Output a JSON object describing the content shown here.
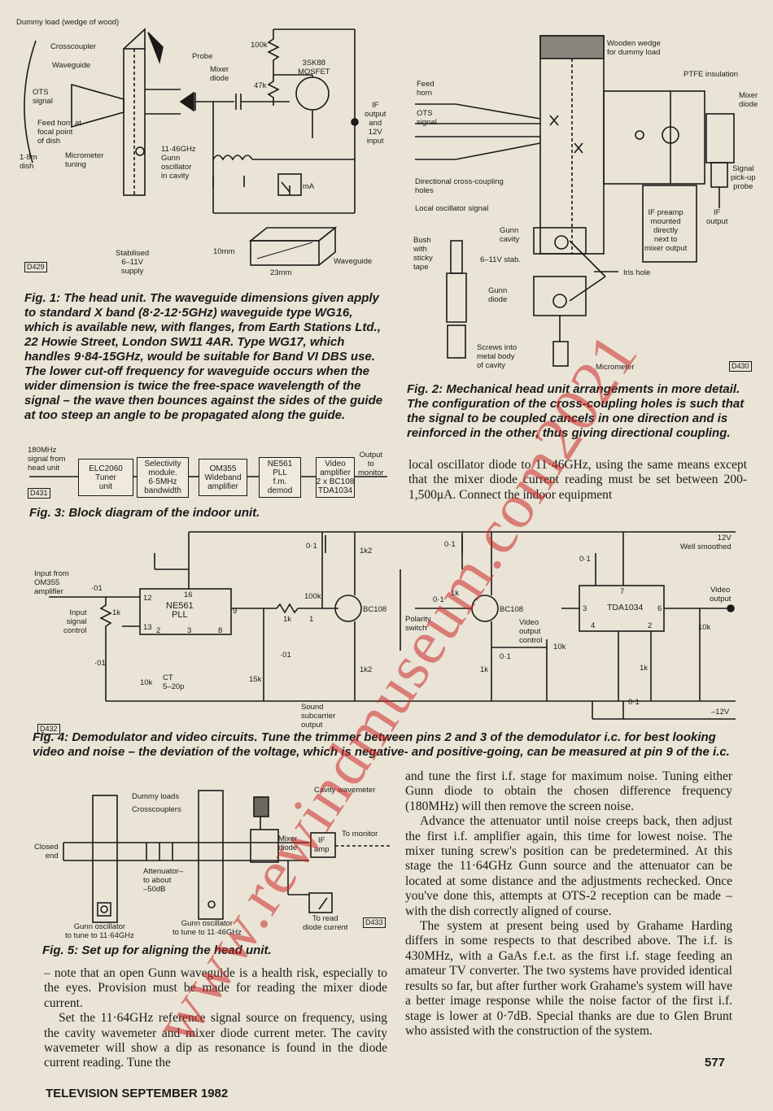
{
  "fig1": {
    "labels": {
      "dummy_load": "Dummy load (wedge of wood)",
      "crosscoupler": "Crosscoupler",
      "waveguide": "Waveguide",
      "ots_signal": "OTS\nsignal",
      "feed_horn": "Feed horn at\nfocal point\nof dish",
      "dish": "1·8m\ndish",
      "micrometer": "Micrometer\ntuning",
      "probe": "Probe",
      "mixer_diode": "Mixer\ndiode",
      "gunn": "11·46GHz\nGunn\noscillator\nin cavity",
      "r100k": "100k",
      "r47k": "47k",
      "mosfet": "3SK88\nMOSFET",
      "if_output": "IF\noutput\nand\n12V\ninput",
      "ma": "mA",
      "stabilised": "Stabilised\n6–11V\nsupply",
      "dim10": "10mm",
      "dim23": "23mm",
      "wg": "Waveguide",
      "code": "D429"
    },
    "caption": "Fig. 1: The head unit. The waveguide dimensions given apply to standard X band (8·2-12·5GHz) waveguide type WG16, which is available new, with flanges, from Earth Stations Ltd., 22 Howie Street, London SW11 4AR. Type WG17, which handles 9·84-15GHz, would be suitable for Band VI DBS use. The lower cut-off frequency for waveguide occurs when the wider dimension is twice the free-space wavelength of the signal – the wave then bounces against the sides of the guide at too steep an angle to be propagated along the guide."
  },
  "fig2": {
    "labels": {
      "wedge": "Wooden wedge\nfor dummy load",
      "ptfe": "PTFE insulation",
      "feed_horn": "Feed\nhorn",
      "ots": "OTS\nsignal",
      "mixer_diode": "Mixer\ndiode",
      "holes": "Directional cross-coupling\nholes",
      "local_osc": "Local oscillator signal",
      "signal_probe": "Signal\npick-up\nprobe",
      "if_output": "IF\noutput",
      "if_preamp": "IF preamp\nmounted\ndirectly\nnext to\nmixer output",
      "gunn_cavity": "Gunn\ncavity",
      "bush": "Bush\nwith\nsticky\ntape",
      "stab": "6–11V stab.",
      "iris": "Iris hole",
      "gunn_diode": "Gunn\ndiode",
      "screws": "Screws into\nmetal body\nof cavity",
      "micrometer": "Micrometer",
      "code": "D430"
    },
    "caption": "Fig. 2: Mechanical head unit arrangements in more detail. The configuration of the cross-coupling holes is such that the signal to be coupled cancels in one direction and is reinforced in the other, thus giving directional coupling."
  },
  "fig3": {
    "input": "180MHz\nsignal from\nhead unit",
    "blocks": [
      "ELC2060\nTuner\nunit",
      "Selectivity\nmodule.\n6·5MHz\nbandwidth",
      "OM355\nWideband\namplifier",
      "NE561\nPLL\nf.m.\ndemod",
      "Video\namplifier\n2 x BC108\nTDA1034"
    ],
    "output": "Output\nto\nmonitor",
    "code": "D431",
    "caption": "Fig. 3: Block diagram of the indoor unit."
  },
  "fig4": {
    "labels": {
      "input_from": "Input from\nOM355\namplifier",
      "c01a": "·01",
      "input_signal": "Input\nsignal\ncontrol",
      "r1k_a": "1k",
      "ne561": "NE561\nPLL",
      "p16": "16",
      "p12": "12",
      "p13": "13",
      "p9": "9",
      "p2": "2",
      "p3": "3",
      "p8": "8",
      "c01b": "·01",
      "r10k_a": "10k",
      "ct": "CT\n5–20p",
      "c01_top": "0·1",
      "r1k2_a": "1k2",
      "r100k": "100k",
      "bc108_a": "BC108",
      "r1k_b": "1k",
      "c1": "1",
      "r15k": "15k",
      "c01c": "·01",
      "r1k2_b": "1k2",
      "sound": "Sound\nsubcarrier\noutput",
      "polarity": "Polarity\nswitch",
      "c01d": "0·1",
      "c01e": "0·1",
      "r1k_c": "1k",
      "bc108_b": "BC108",
      "vid_out_ctl": "Video\noutput\ncontrol",
      "r10k_b": "10k",
      "c01f": "0·1",
      "r1k_d": "1k",
      "tda": "TDA1034",
      "p7": "7",
      "p3b": "3",
      "p6": "6",
      "p4": "4",
      "p2b": "2",
      "c01g": "0·1",
      "r10k_c": "10k",
      "r1k_e": "1k",
      "c01h": "0·1",
      "video_output": "Video\noutput",
      "v12": "12V\nWell smoothed",
      "vm12": "–12V",
      "code": "D432"
    },
    "caption": "Fig. 4: Demodulator and video circuits. Tune the trimmer between pins 2 and 3 of the demodulator i.c. for best looking video and noise – the deviation of the voltage, which is negative- and positive-going, can be measured at pin 9 of the i.c."
  },
  "fig5": {
    "labels": {
      "dummy": "Dummy loads",
      "cross": "Crosscouplers",
      "closed": "Closed\nend",
      "wavemeter": "Cavity wavemeter",
      "mixer": "Mixer\ndiode",
      "if_amp": "IF\namp",
      "to_monitor": "To monitor",
      "atten": "Attenuator–\nto about\n–50dB",
      "gunn1": "Gunn oscillator\nto tune to 11·64GHz",
      "gunn2": "Gunn oscillator\nto tune to 11·46GHz",
      "to_read": "To read\ndiode current",
      "code": "D433"
    },
    "caption": "Fig. 5: Set up for aligning the head unit."
  },
  "text": {
    "right_top": "local oscillator diode to 11·46GHz, using the same means except that the mixer diode current reading must be set between 200-1,500μA. Connect the indoor equipment",
    "right_p1": "and tune the first i.f. stage for maximum noise. Tuning either Gunn diode to obtain the chosen difference frequency (180MHz) will then remove the screen noise.",
    "right_p2": "Advance the attenuator until noise creeps back, then adjust the first i.f. amplifier again, this time for lowest noise. The mixer tuning screw's position can be predetermined. At this stage the 11·64GHz Gunn source and the attenuator can be located at some distance and the adjustments rechecked. Once you've done this, attempts at OTS-2 reception can be made – with the dish correctly aligned of course.",
    "right_p3": "The system at present being used by Grahame Harding differs in some respects to that described above. The i.f. is 430MHz, with a GaAs f.e.t. as the first i.f. stage feeding an amateur TV converter. The two systems have provided identical results so far, but after further work Grahame's system will have a better image response while the noise factor of the first i.f. stage is lower at 0·7dB. Special thanks are due to Glen Brunt who assisted with the construction of the system.",
    "left_p1": "– note that an open Gunn waveguide is a health risk, especially to the eyes. Provision must be made for reading the mixer diode current.",
    "left_p2": "Set the 11·64GHz reference signal source on frequency, using the cavity wavemeter and mixer diode current meter. The cavity wavemeter will show a dip as resonance is found in the diode current reading. Tune the"
  },
  "footer": {
    "magazine": "TELEVISION SEPTEMBER 1982",
    "page": "577"
  },
  "watermark": {
    "text": "www.rewindmuseum.com2021",
    "color": "#cc2828"
  }
}
